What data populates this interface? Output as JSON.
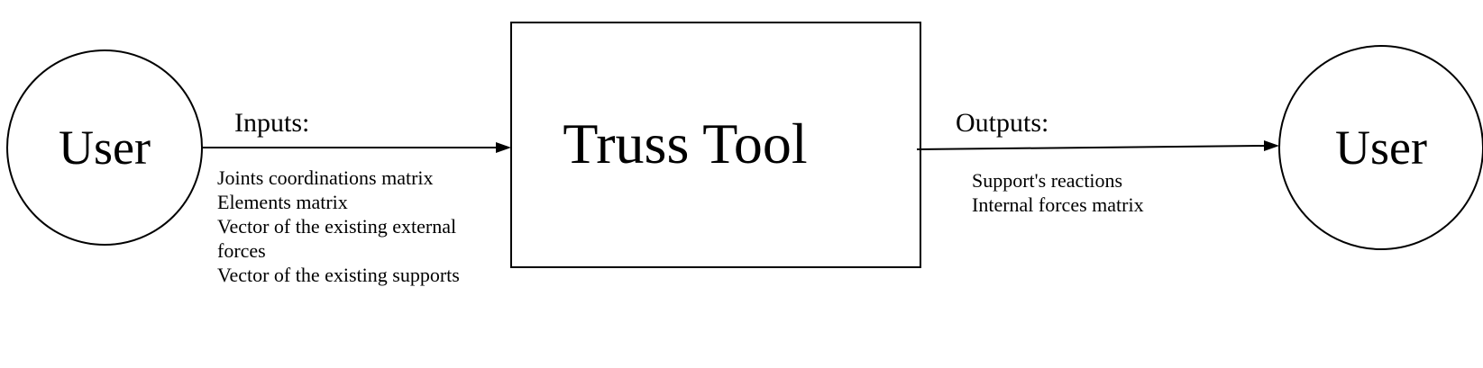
{
  "nodes": {
    "user_left": {
      "label": "User"
    },
    "truss_tool": {
      "label": "Truss Tool"
    },
    "user_right": {
      "label": "User"
    }
  },
  "edges": {
    "inputs": {
      "heading": "Inputs:",
      "items": [
        "Joints coordinations matrix",
        "Elements matrix",
        "Vector of the existing external",
        "forces",
        "Vector of the existing supports"
      ]
    },
    "outputs": {
      "heading": "Outputs:",
      "items": [
        "Support's reactions",
        "Internal forces matrix"
      ]
    }
  }
}
